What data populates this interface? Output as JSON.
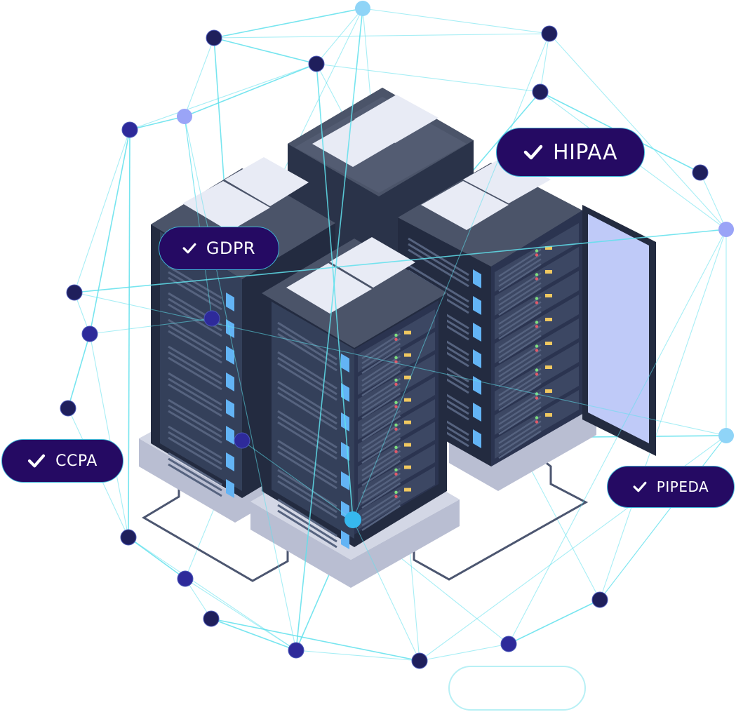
{
  "badges": [
    {
      "id": "hipaa",
      "label": "HIPAA",
      "icon": "check-icon"
    },
    {
      "id": "gdpr",
      "label": "GDPR",
      "icon": "check-icon"
    },
    {
      "id": "ccpa",
      "label": "CCPA",
      "icon": "check-icon"
    },
    {
      "id": "pipeda",
      "label": "PIPEDA",
      "icon": "check-icon"
    }
  ],
  "colors": {
    "badge_bg": "#250a63",
    "badge_text": "#ffffff",
    "line": "#5fe0ec",
    "node_dark": "#1f1f5c",
    "node_indigo": "#2e2a9a",
    "node_lavender": "#9aa4f7",
    "node_sky": "#8fd4f7",
    "node_cyan": "#36b8ee",
    "rack_dark": "#262f45",
    "rack_top": "#4b5469",
    "vent": "#e8ebf5",
    "door_glass": "#bfcaf8",
    "base": "#c9cdde"
  }
}
